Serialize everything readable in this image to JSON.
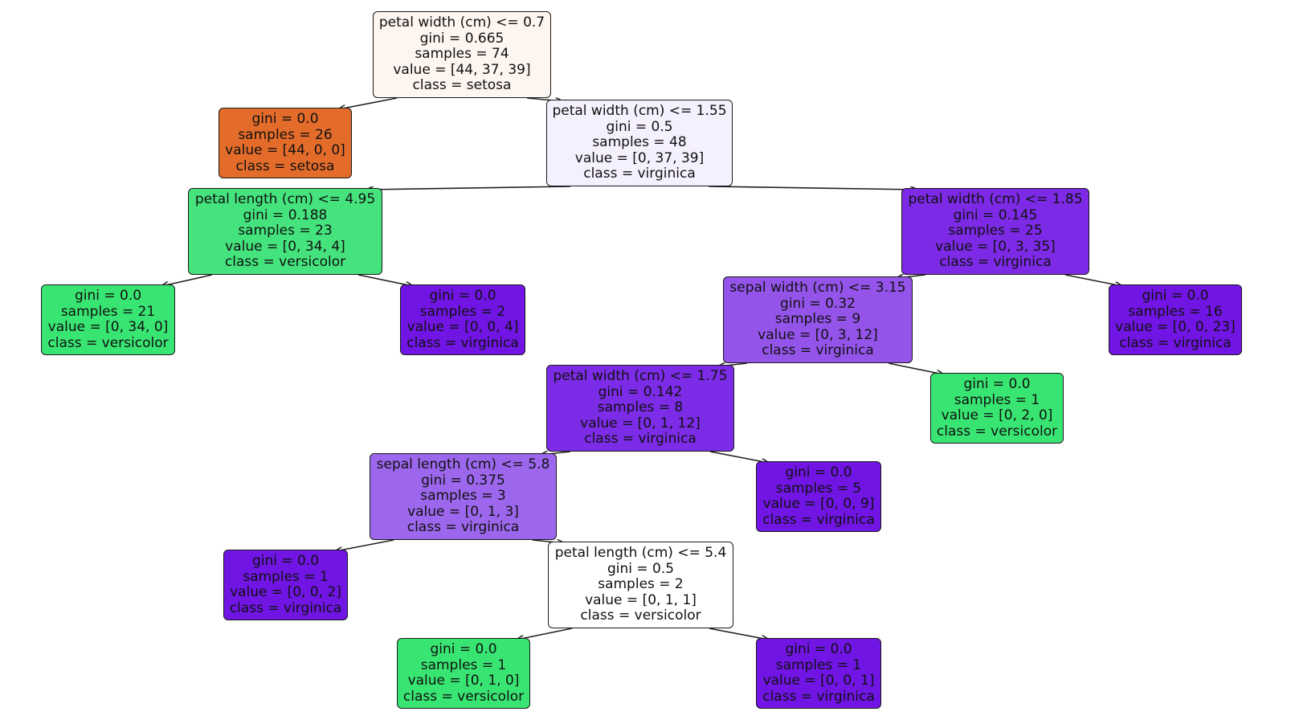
{
  "tree": {
    "nodes": [
      {
        "id": "n0",
        "lines": [
          "petal width (cm) <= 0.7",
          "gini = 0.665",
          "samples = 74",
          "value = [44, 37, 39]",
          "class = setosa"
        ],
        "fill": "#fdf5f0"
      },
      {
        "id": "n1",
        "lines": [
          "gini = 0.0",
          "samples = 26",
          "value = [44, 0, 0]",
          "class = setosa"
        ],
        "fill": "#e46c2b"
      },
      {
        "id": "n2",
        "lines": [
          "petal width (cm) <= 1.55",
          "gini = 0.5",
          "samples = 48",
          "value = [0, 37, 39]",
          "class = virginica"
        ],
        "fill": "#f5f0fd"
      },
      {
        "id": "n3",
        "lines": [
          "petal length (cm) <= 4.95",
          "gini = 0.188",
          "samples = 23",
          "value = [0, 34, 4]",
          "class = versicolor"
        ],
        "fill": "#45e37d"
      },
      {
        "id": "n4",
        "lines": [
          "gini = 0.0",
          "samples = 21",
          "value = [0, 34, 0]",
          "class = versicolor"
        ],
        "fill": "#39e572"
      },
      {
        "id": "n5",
        "lines": [
          "gini = 0.0",
          "samples = 2",
          "value = [0, 0, 4]",
          "class = virginica"
        ],
        "fill": "#7015e3"
      },
      {
        "id": "n6",
        "lines": [
          "petal width (cm) <= 1.85",
          "gini = 0.145",
          "samples = 25",
          "value = [0, 3, 35]",
          "class = virginica"
        ],
        "fill": "#7c2ae6"
      },
      {
        "id": "n7",
        "lines": [
          "sepal width (cm) <= 3.15",
          "gini = 0.32",
          "samples = 9",
          "value = [0, 3, 12]",
          "class = virginica"
        ],
        "fill": "#9454ea"
      },
      {
        "id": "n8",
        "lines": [
          "petal width (cm) <= 1.75",
          "gini = 0.142",
          "samples = 8",
          "value = [0, 1, 12]",
          "class = virginica"
        ],
        "fill": "#7c2be6"
      },
      {
        "id": "n9",
        "lines": [
          "sepal length (cm) <= 5.8",
          "gini = 0.375",
          "samples = 3",
          "value = [0, 1, 3]",
          "class = virginica"
        ],
        "fill": "#9c67ec"
      },
      {
        "id": "n10",
        "lines": [
          "gini = 0.0",
          "samples = 1",
          "value = [0, 0, 2]",
          "class = virginica"
        ],
        "fill": "#7015e3"
      },
      {
        "id": "n11",
        "lines": [
          "petal length (cm) <= 5.4",
          "gini = 0.5",
          "samples = 2",
          "value = [0, 1, 1]",
          "class = versicolor"
        ],
        "fill": "#ffffff"
      },
      {
        "id": "n12",
        "lines": [
          "gini = 0.0",
          "samples = 1",
          "value = [0, 1, 0]",
          "class = versicolor"
        ],
        "fill": "#39e572"
      },
      {
        "id": "n13",
        "lines": [
          "gini = 0.0",
          "samples = 1",
          "value = [0, 0, 1]",
          "class = virginica"
        ],
        "fill": "#7015e3"
      },
      {
        "id": "n14",
        "lines": [
          "gini = 0.0",
          "samples = 5",
          "value = [0, 0, 9]",
          "class = virginica"
        ],
        "fill": "#7015e3"
      },
      {
        "id": "n15",
        "lines": [
          "gini = 0.0",
          "samples = 1",
          "value = [0, 2, 0]",
          "class = versicolor"
        ],
        "fill": "#39e572"
      },
      {
        "id": "n16",
        "lines": [
          "gini = 0.0",
          "samples = 16",
          "value = [0, 0, 23]",
          "class = virginica"
        ],
        "fill": "#7015e3"
      }
    ],
    "edges": [
      [
        "n0",
        "n1"
      ],
      [
        "n0",
        "n2"
      ],
      [
        "n2",
        "n3"
      ],
      [
        "n2",
        "n6"
      ],
      [
        "n3",
        "n4"
      ],
      [
        "n3",
        "n5"
      ],
      [
        "n6",
        "n7"
      ],
      [
        "n6",
        "n16"
      ],
      [
        "n7",
        "n8"
      ],
      [
        "n7",
        "n15"
      ],
      [
        "n8",
        "n9"
      ],
      [
        "n8",
        "n14"
      ],
      [
        "n9",
        "n10"
      ],
      [
        "n9",
        "n11"
      ],
      [
        "n11",
        "n12"
      ],
      [
        "n11",
        "n13"
      ]
    ],
    "edge_color": "#222222"
  }
}
